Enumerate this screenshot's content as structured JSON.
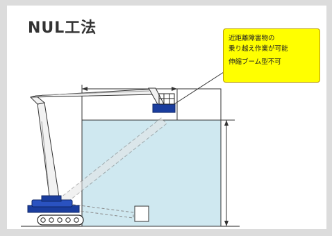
{
  "title": "NUL工法",
  "callout": {
    "line1": "近距離障害物の",
    "line2": "乗り越え作業が可能",
    "line3": "伸縮ブーム型不可"
  },
  "colors": {
    "page_bg": "#dcdcdc",
    "building_fill": "#cfe8f0",
    "machine_blue": "#1a3d9e",
    "callout_fill": "#ffff00",
    "line": "#333333"
  },
  "icons": [
    "crawler-boom-lift-icon",
    "work-platform-icon"
  ]
}
